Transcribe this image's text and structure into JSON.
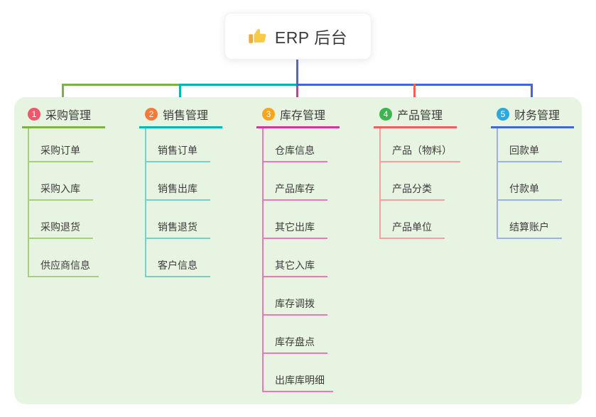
{
  "root": {
    "label": "ERP 后台",
    "icon": "thumbs-up-icon"
  },
  "colors": {
    "page_bg": "#ffffff",
    "panel_bg": "#e8f4e2",
    "stem": "#5464d4",
    "text": "#3c3c3c"
  },
  "branches": [
    {
      "num": "1",
      "label": "采购管理",
      "badge_color": "#f1566b",
      "line_color": "#7cb342",
      "light_line_color": "#a5d17b",
      "children": [
        "采购订单",
        "采购入库",
        "采购退货",
        "供应商信息"
      ]
    },
    {
      "num": "2",
      "label": "销售管理",
      "badge_color": "#f57a3a",
      "line_color": "#00b7b2",
      "light_line_color": "#77cfca",
      "children": [
        "销售订单",
        "销售出库",
        "销售退货",
        "客户信息"
      ]
    },
    {
      "num": "3",
      "label": "库存管理",
      "badge_color": "#f9a41b",
      "line_color": "#d8349c",
      "light_line_color": "#ee77bc",
      "children": [
        "仓库信息",
        "产品库存",
        "其它出库",
        "其它入库",
        "库存调拨",
        "库存盘点",
        "出库库明细"
      ]
    },
    {
      "num": "4",
      "label": "产品管理",
      "badge_color": "#3bb64e",
      "line_color": "#f15e5e",
      "light_line_color": "#f3a29f",
      "children": [
        "产品（物料）",
        "产品分类",
        "产品单位"
      ]
    },
    {
      "num": "5",
      "label": "财务管理",
      "badge_color": "#29a9e0",
      "line_color": "#4365dc",
      "light_line_color": "#9db1e9",
      "children": [
        "回款单",
        "付款单",
        "结算账户"
      ]
    }
  ]
}
